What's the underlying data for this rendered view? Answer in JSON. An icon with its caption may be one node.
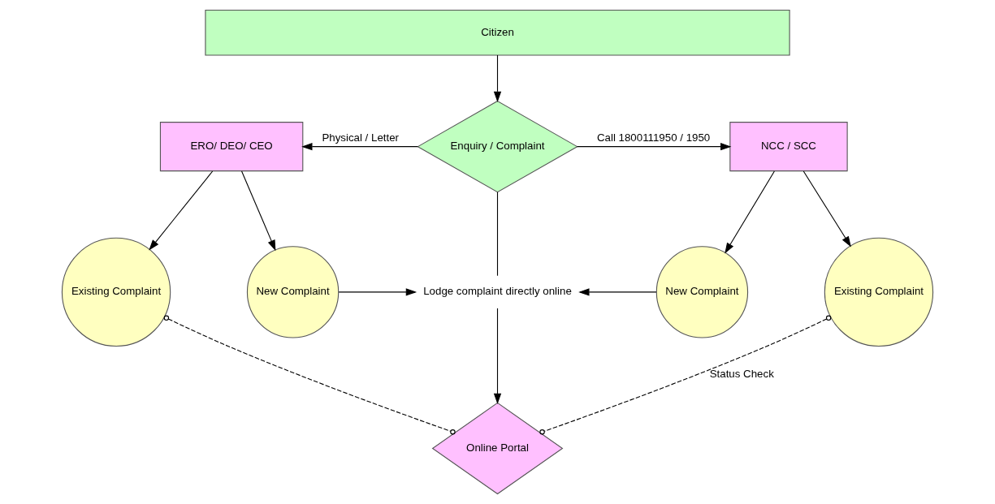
{
  "diagram": {
    "nodes": [
      {
        "text": [
          "Citizen"
        ]
      },
      {
        "text": [
          "Enquiry / Complaint"
        ]
      },
      {
        "text": [
          "ERO/ DEO/ CEO"
        ]
      },
      {
        "text": [
          "NCC / SCC"
        ]
      },
      {
        "text": [
          "Existing Complaint"
        ]
      },
      {
        "text": [
          "New Complaint"
        ]
      },
      {
        "text": [
          "Lodge complaint directly online"
        ]
      },
      {
        "text": [
          "New Complaint"
        ]
      },
      {
        "text": [
          "Existing Complaint"
        ]
      },
      {
        "text": [
          "Online Portal"
        ]
      }
    ],
    "edges": [
      {
        "from": 0,
        "to": 1,
        "arrow": "to"
      },
      {
        "from": 1,
        "to": 2,
        "arrow": "to",
        "label": "Physical / Letter"
      },
      {
        "from": 1,
        "to": 3,
        "arrow": "to",
        "label": "Call 1800111950 / 1950"
      },
      {
        "from": 2,
        "to": 4,
        "arrow": "to"
      },
      {
        "from": 2,
        "to": 5,
        "arrow": "to"
      },
      {
        "from": 3,
        "to": 7,
        "arrow": "to"
      },
      {
        "from": 3,
        "to": 8,
        "arrow": "to"
      },
      {
        "from": 5,
        "to": 6,
        "arrow": "to"
      },
      {
        "from": 7,
        "to": 6,
        "arrow": "to"
      },
      {
        "from": 1,
        "to": 6,
        "arrow": "none"
      },
      {
        "from": 6,
        "to": 9,
        "arrow": "to"
      },
      {
        "from": 4,
        "to": 9,
        "arrow": "other",
        "style": "dashed"
      },
      {
        "from": 8,
        "to": 9,
        "arrow": "other",
        "style": "dashed",
        "label": "Status Check"
      }
    ]
  }
}
